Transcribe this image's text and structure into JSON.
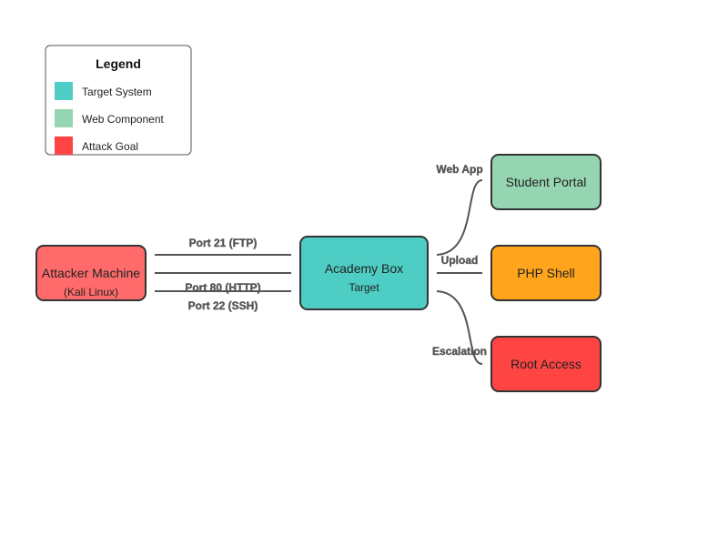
{
  "legend": {
    "title": "Legend",
    "items": [
      {
        "label": "Target System",
        "color": "#4ecdc4"
      },
      {
        "label": "Web Component",
        "color": "#95d5b2"
      },
      {
        "label": "Attack Goal",
        "color": "#ff4444"
      }
    ]
  },
  "nodes": {
    "attacker": {
      "title": "Attacker Machine",
      "subtitle": "(Kali Linux)",
      "color": "#ff6b6b"
    },
    "academy": {
      "title": "Academy Box",
      "subtitle": "Target",
      "color": "#4ecdc4"
    },
    "student_portal": {
      "title": "Student Portal",
      "color": "#95d5b2"
    },
    "php_shell": {
      "title": "PHP Shell",
      "color": "#ffa41b"
    },
    "root_access": {
      "title": "Root Access",
      "color": "#ff4444"
    }
  },
  "edges": {
    "ftp": "Port 21 (FTP)",
    "http": "Port 80 (HTTP)",
    "ssh": "Port 22 (SSH)",
    "web_app": "Web App",
    "upload": "Upload",
    "escalation": "Escalation"
  },
  "colors": {
    "edge": "#555555",
    "node_border": "#333333"
  }
}
